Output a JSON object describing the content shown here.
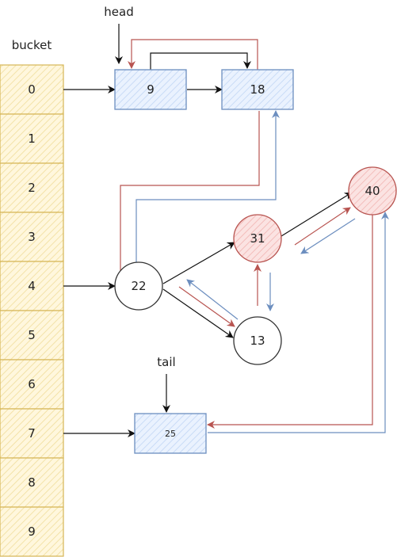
{
  "labels": {
    "bucket": "bucket",
    "head": "head",
    "tail": "tail"
  },
  "buckets": [
    "0",
    "1",
    "2",
    "3",
    "4",
    "5",
    "6",
    "7",
    "8",
    "9"
  ],
  "nodes": {
    "n9": "9",
    "n18": "18",
    "n22": "22",
    "n31": "31",
    "n13": "13",
    "n40": "40",
    "n25": "25"
  },
  "colors": {
    "bucket_fill": "#fff2cc",
    "bucket_stroke": "#d6b656",
    "node_fill": "#dae8fc",
    "node_stroke": "#6c8ebf",
    "red_fill": "#f8cecc",
    "red_stroke": "#b85450",
    "black": "#111111"
  }
}
